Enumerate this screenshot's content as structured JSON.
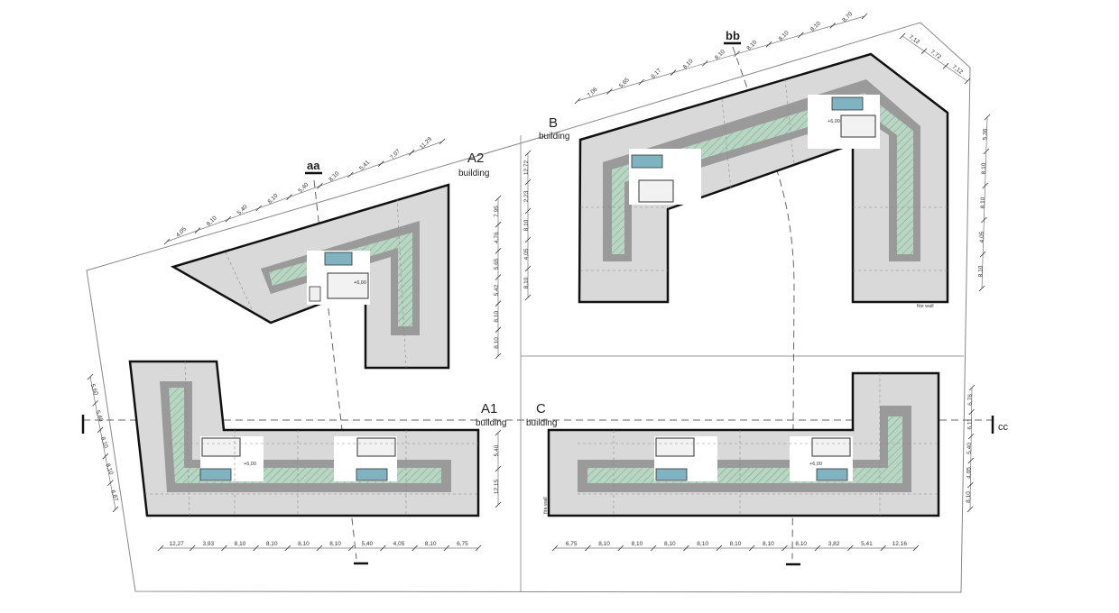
{
  "buildings": [
    {
      "id": "A1",
      "letter": "A1",
      "sub": "building"
    },
    {
      "id": "A2",
      "letter": "A2",
      "sub": "building"
    },
    {
      "id": "B",
      "letter": "B",
      "sub": "building"
    },
    {
      "id": "C",
      "letter": "C",
      "sub": "building"
    }
  ],
  "sections": {
    "aa": "aa",
    "bb": "bb",
    "cc": "cc"
  },
  "notes": {
    "fire_wall": "fire wall",
    "level": "+6,00"
  },
  "dims": {
    "a2_top": [
      "4,05",
      "8,10",
      "5,40",
      "8,10",
      "5,40",
      "8,10",
      "5,41",
      "7,07",
      "11,29"
    ],
    "a2_right": [
      "7,95",
      "4,76",
      "5,65",
      "5,42",
      "8,10",
      "8,10"
    ],
    "a1_left": [
      "5,60",
      "5,40",
      "8,10",
      "8,10",
      "6,87"
    ],
    "a1_right": [
      "5,40",
      "12,15"
    ],
    "a1_bottom": [
      "12,27",
      "3,93",
      "8,10",
      "8,10",
      "8,10",
      "8,10",
      "5,40",
      "4,05",
      "8,10",
      "6,75"
    ],
    "b_top": [
      "7,06",
      "5,65",
      "6,17",
      "8,10",
      "8,10",
      "8,10",
      "8,10",
      "8,10",
      "8,70"
    ],
    "b_topright": [
      "7,12",
      "7,72",
      "7,12"
    ],
    "b_left": [
      "12,72",
      "2,23",
      "8,10",
      "4,05",
      "8,10"
    ],
    "b_right": [
      "5,36",
      "8,10",
      "8,10",
      "4,05",
      "8,10"
    ],
    "c_right": [
      "6,76",
      "6,11",
      "5,40",
      "4,05",
      "8,10"
    ],
    "c_bottom": [
      "6,75",
      "8,10",
      "8,10",
      "8,10",
      "8,10",
      "8,10",
      "8,10",
      "8,10",
      "3,82",
      "5,41",
      "12,16"
    ]
  }
}
